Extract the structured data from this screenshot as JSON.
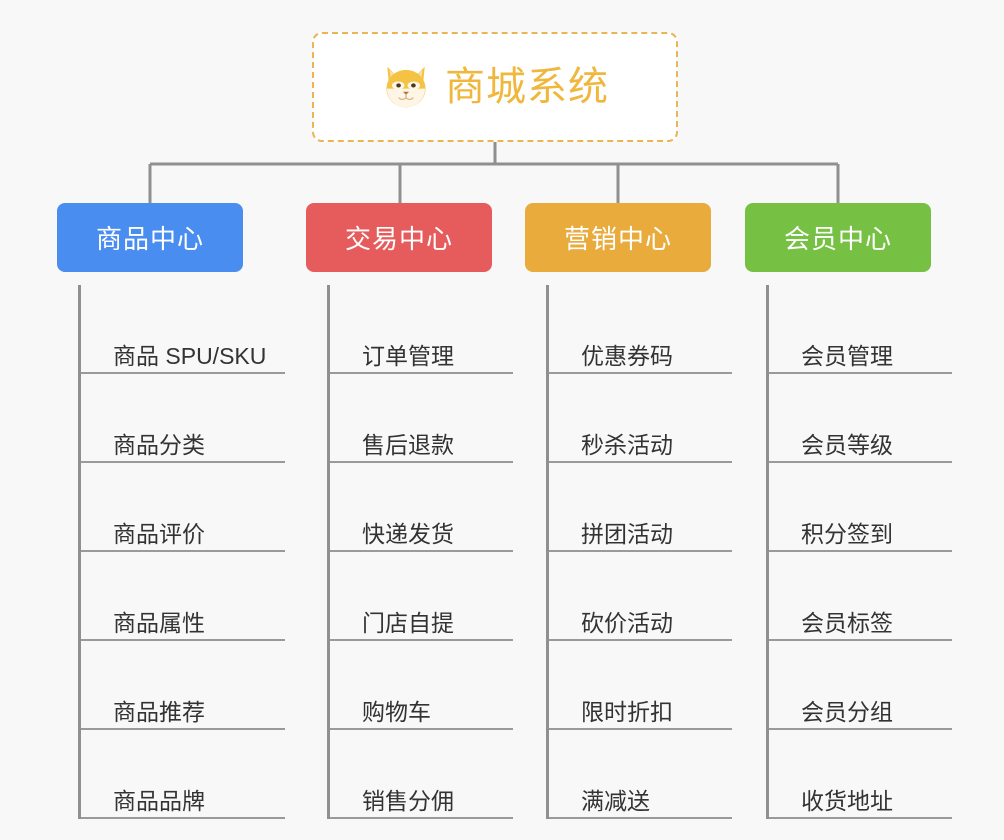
{
  "page": {
    "background_color": "#f8f8f8",
    "line_color": "#909090"
  },
  "root": {
    "title": "商城系统",
    "icon": "shiba-dog-icon",
    "border_color": "#eab552",
    "text_color": "#f0b73d",
    "background_color": "#ffffff"
  },
  "branches": [
    {
      "id": "products",
      "label": "商品中心",
      "color": "#4a8df0",
      "leaves": [
        "商品 SPU/SKU",
        "商品分类",
        "商品评价",
        "商品属性",
        "商品推荐",
        "商品品牌"
      ]
    },
    {
      "id": "trade",
      "label": "交易中心",
      "color": "#e65c5c",
      "leaves": [
        "订单管理",
        "售后退款",
        "快递发货",
        "门店自提",
        "购物车",
        "销售分佣"
      ]
    },
    {
      "id": "marketing",
      "label": "营销中心",
      "color": "#e8ab3c",
      "leaves": [
        "优惠券码",
        "秒杀活动",
        "拼团活动",
        "砍价活动",
        "限时折扣",
        "满减送"
      ]
    },
    {
      "id": "member",
      "label": "会员中心",
      "color": "#76c043",
      "leaves": [
        "会员管理",
        "会员等级",
        "积分签到",
        "会员标签",
        "会员分组",
        "收货地址"
      ]
    }
  ]
}
